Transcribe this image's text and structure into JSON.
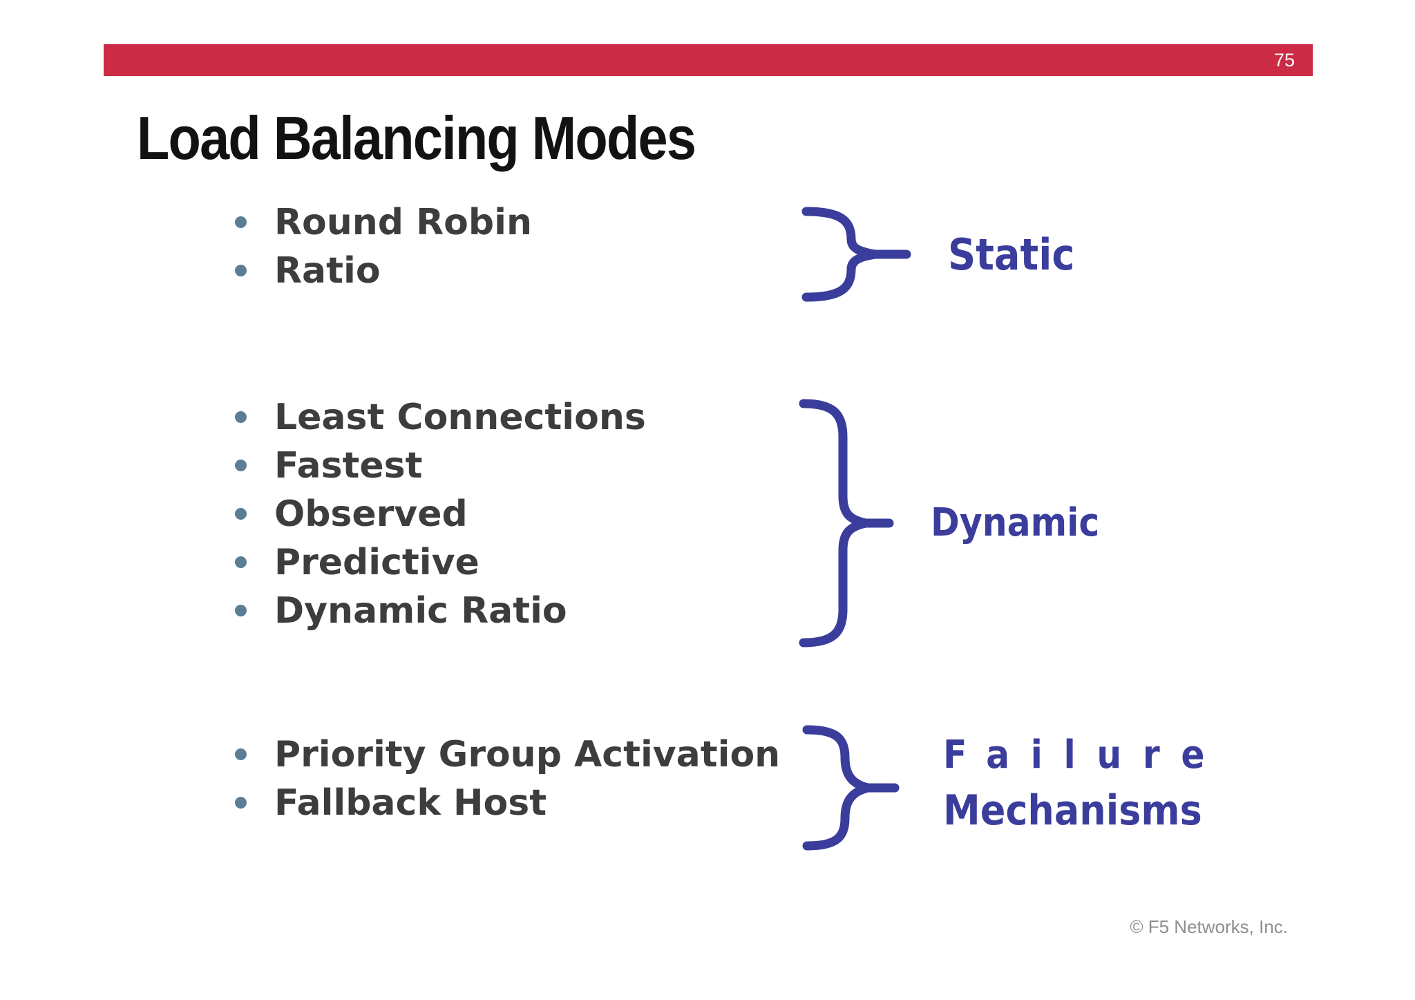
{
  "slide": {
    "page_number": "75",
    "title": "Load Balancing Modes",
    "footer": "© F5 Networks, Inc.",
    "colors": {
      "header_bar": "#CB2B45",
      "page_number_text": "#FFFFFF",
      "title_text": "#121212",
      "bullet_text": "#3D3D3D",
      "bullet_dot": "#5B7E96",
      "brace_and_labels": "#3A3D9B",
      "footer_text": "#8E8E8E",
      "background": "#FFFFFF"
    },
    "groups": [
      {
        "items": [
          "Round Robin",
          "Ratio"
        ],
        "label_lines": [
          "Static"
        ]
      },
      {
        "items": [
          "Least Connections",
          "Fastest",
          "Observed",
          "Predictive",
          "Dynamic Ratio"
        ],
        "label_lines": [
          "Dynamic"
        ]
      },
      {
        "items": [
          "Priority Group Activation",
          "Fallback Host"
        ],
        "label_lines": [
          "Failure",
          "Mechanisms"
        ]
      }
    ]
  }
}
